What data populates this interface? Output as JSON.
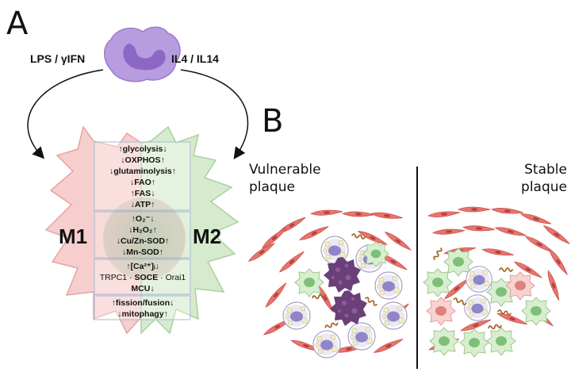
{
  "panel_a": {
    "letter": "A",
    "left_stimulus": "LPS / γIFN",
    "right_stimulus": "IL4 / IL14",
    "m1_label": "M1",
    "m2_label": "M2",
    "box1": [
      "↑glycolysis↓",
      "↓OXPHOS↑",
      "↓glutaminolysis↑",
      "↓FAO↑",
      "↑FAS↓",
      "↓ATP↑"
    ],
    "box2": [
      "↑O₂⁻↓",
      "↓H₂O₂↑",
      "↓Cu/Zn-SOD↑",
      "↓Mn-SOD↑"
    ],
    "box3_line1": "↑[Ca²⁺]ᵢ↓",
    "box3_line2_left": "TRPC1 · ",
    "box3_line2_bold": "SOCE",
    "box3_line2_right": " · Orai1",
    "box3_line4": "MCU↓",
    "box4": [
      "↑fission/fusion↓",
      "↓mitophagy↑"
    ]
  },
  "panel_b": {
    "letter": "B",
    "vulnerable": [
      "Vulnerable",
      "plaque"
    ],
    "stable": [
      "Stable",
      "plaque"
    ]
  },
  "colors": {
    "monocyte": "#a98bd6",
    "m1": "#f4c6c4",
    "m2": "#cfe8c6",
    "smc": "#e8746e",
    "foam": "#d9d3ec",
    "necrotic": "#6b3f78"
  }
}
